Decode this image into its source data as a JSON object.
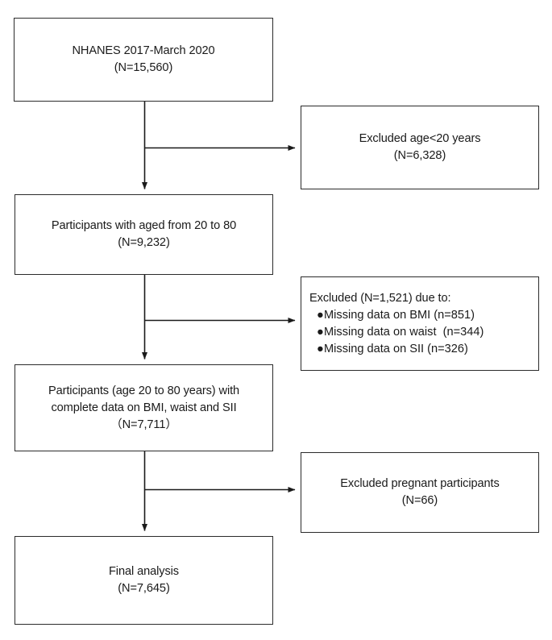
{
  "figure": {
    "type": "flowchart",
    "orientation": "vertical-with-right-exclusions",
    "stroke_color": "#2b2b2b",
    "background_color": "#ffffff"
  },
  "nodes": {
    "source": {
      "id": "source",
      "align": "center",
      "lines": [
        "NHANES 2017-March 2020",
        "(N=15,560)"
      ],
      "count": 15560
    },
    "excluded_age": {
      "id": "excluded-age",
      "align": "center",
      "lines": [
        "Excluded age<20 years",
        "(N=6,328)"
      ],
      "count": 6328
    },
    "aged_20_80": {
      "id": "aged-20-80",
      "align": "center",
      "lines": [
        "Participants with aged from 20 to 80",
        "(N=9,232)"
      ],
      "count": 9232
    },
    "excluded_missing": {
      "id": "excluded-missing",
      "align": "left",
      "header": "Excluded (N=1,521) due to:",
      "count": 1521,
      "bullets": [
        {
          "label": "Missing data on BMI (n=851)",
          "n": 851
        },
        {
          "label": "Missing data on waist  (n=344)",
          "n": 344
        },
        {
          "label": "Missing data on SII (n=326)",
          "n": 326
        }
      ],
      "bullet_glyph": "●"
    },
    "complete_data": {
      "id": "complete-data",
      "align": "center",
      "lines": [
        "Participants (age 20 to 80 years) with",
        "complete data on BMI, waist and SII",
        "（N=7,711）"
      ],
      "count": 7711
    },
    "excluded_pregnant": {
      "id": "excluded-pregnant",
      "align": "center",
      "lines": [
        "Excluded pregnant participants",
        "(N=66)"
      ],
      "count": 66
    },
    "final_analysis": {
      "id": "final-analysis",
      "align": "center",
      "lines": [
        "Final analysis",
        "(N=7,645)"
      ],
      "count": 7645
    }
  }
}
